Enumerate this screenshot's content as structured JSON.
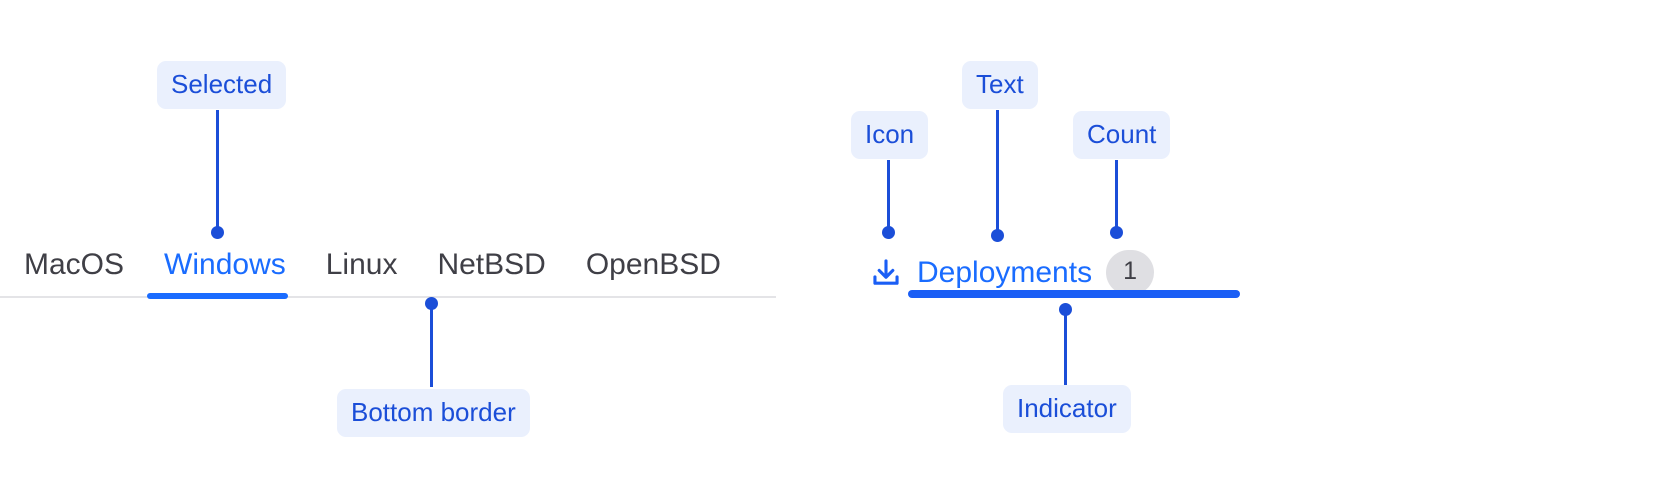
{
  "annotations": {
    "selected": "Selected",
    "bottom_border": "Bottom border",
    "icon": "Icon",
    "text": "Text",
    "count": "Count",
    "indicator": "Indicator"
  },
  "left_tabs": {
    "items": [
      {
        "label": "MacOS",
        "selected": false
      },
      {
        "label": "Windows",
        "selected": true
      },
      {
        "label": "Linux",
        "selected": false
      },
      {
        "label": "NetBSD",
        "selected": false
      },
      {
        "label": "OpenBSD",
        "selected": false
      }
    ]
  },
  "right_tab": {
    "icon": "download-icon",
    "label": "Deployments",
    "count": "1",
    "selected": true
  },
  "colors": {
    "annotation_text": "#1b4ed8",
    "annotation_bg": "#eaf0fd",
    "tab_selected": "#1a6cff",
    "tab_default": "#3f3f46",
    "rule": "#e4e4e7",
    "badge_bg": "#dfdfe3",
    "indicator": "#1a5ef5"
  }
}
